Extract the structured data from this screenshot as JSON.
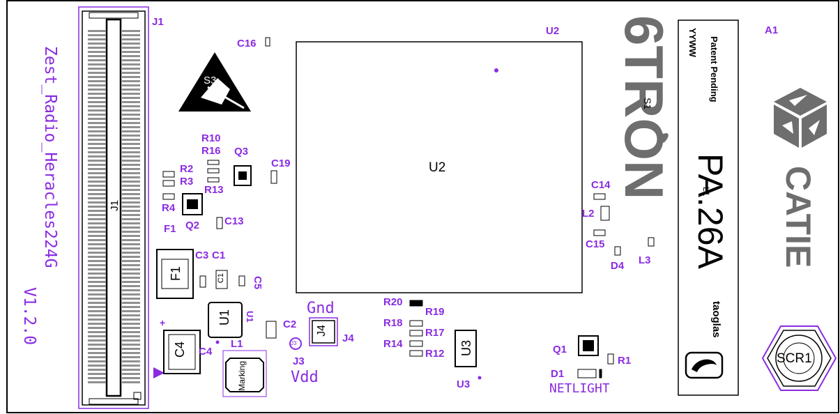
{
  "refdes": {
    "J1": "J1",
    "J3": "J3",
    "J4": "J4",
    "U1": "U1",
    "U2": "U2",
    "U3": "U3",
    "A1": "A1",
    "S1": "S1",
    "S2": "S2",
    "S3": "S3",
    "SCR1": "SCR1",
    "C1": "C1",
    "C2": "C2",
    "C3": "C3",
    "C4": "C4",
    "C5": "C5",
    "C13": "C13",
    "C14": "C14",
    "C15": "C15",
    "C16": "C16",
    "C19": "C19",
    "R1": "R1",
    "R2": "R2",
    "R3": "R3",
    "R4": "R4",
    "R10": "R10",
    "R12": "R12",
    "R13": "R13",
    "R14": "R14",
    "R16": "R16",
    "R17": "R17",
    "R18": "R18",
    "R19": "R19",
    "R20": "R20",
    "Q1": "Q1",
    "Q2": "Q2",
    "Q3": "Q3",
    "D1": "D1",
    "D4": "D4",
    "L1": "L1",
    "L2": "L2",
    "L3": "L3",
    "F1": "F1"
  },
  "silkscreen": {
    "board_name": "Zest_Radio_Heracles224G",
    "version": "V1.2.0",
    "gnd": "Gnd",
    "vdd": "Vdd",
    "netlight": "NETLIGHT",
    "marking": "Marking",
    "plus": "+"
  },
  "antenna": {
    "patent": "Patent Pending",
    "yyww": "YYWW",
    "model": "PA.26A",
    "brand": "taoglas"
  },
  "logos": {
    "sixtron": "6TRON",
    "catie": "CATIE"
  },
  "colors": {
    "silk": "#8a2be2",
    "outline": "#000000",
    "logo_gray": "#707070",
    "background": "#ffffff"
  }
}
